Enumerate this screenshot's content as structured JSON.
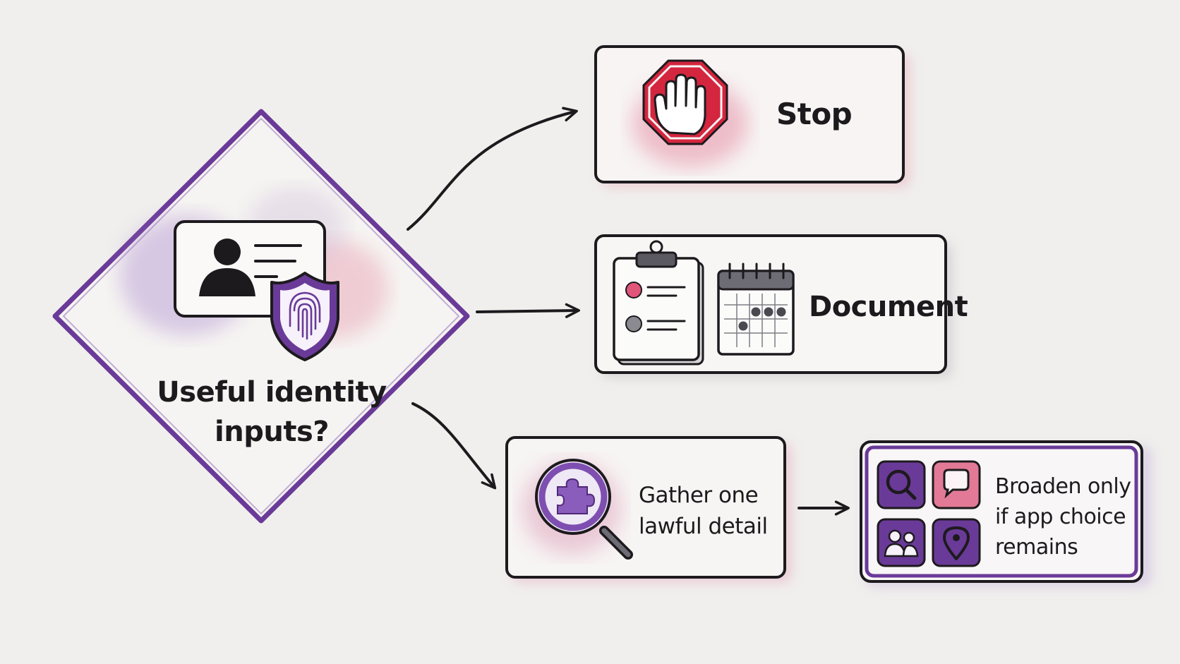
{
  "decision": {
    "label_line1": "Useful identity",
    "label_line2": "inputs?"
  },
  "outcomes": {
    "stop": {
      "label": "Stop"
    },
    "document": {
      "label": "Document"
    },
    "gather": {
      "label_line1": "Gather one",
      "label_line2": "lawful detail"
    },
    "broaden": {
      "label_line1": "Broaden only",
      "label_line2": "if app choice",
      "label_line3": "remains"
    }
  },
  "colors": {
    "purple": "#6a3a98",
    "pink": "#e27a97",
    "red": "#d4263f",
    "gray": "#8a8a90",
    "ink": "#1d1a1e"
  }
}
